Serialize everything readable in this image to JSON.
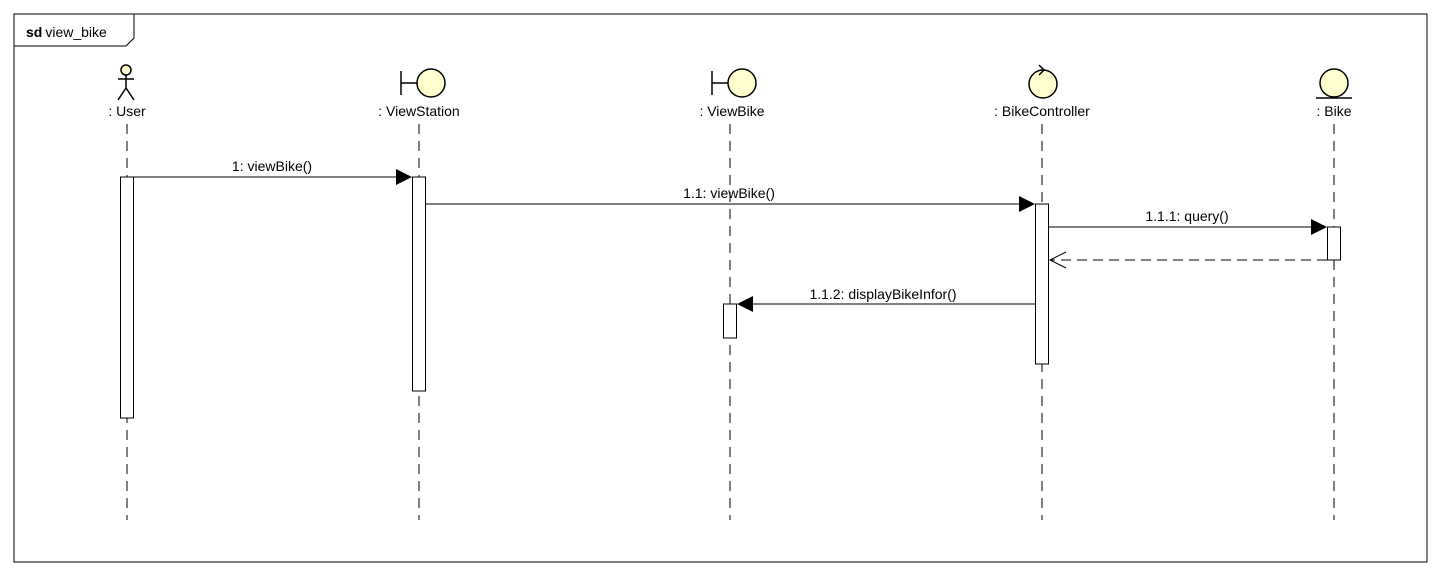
{
  "frame": {
    "keyword": "sd",
    "name": "view_bike"
  },
  "lifelines": [
    {
      "id": "user",
      "label": ": User",
      "kind": "actor"
    },
    {
      "id": "viewstation",
      "label": ": ViewStation",
      "kind": "boundary"
    },
    {
      "id": "viewbike",
      "label": ": ViewBike",
      "kind": "boundary"
    },
    {
      "id": "bikecontroller",
      "label": ": BikeController",
      "kind": "control"
    },
    {
      "id": "bike",
      "label": ": Bike",
      "kind": "entity"
    }
  ],
  "messages": [
    {
      "label": "1: viewBike()",
      "from": "user",
      "to": "viewstation",
      "type": "sync"
    },
    {
      "label": "1.1: viewBike()",
      "from": "viewstation",
      "to": "bikecontroller",
      "type": "sync"
    },
    {
      "label": "1.1.1: query()",
      "from": "bikecontroller",
      "to": "bike",
      "type": "sync"
    },
    {
      "label": "",
      "from": "bike",
      "to": "bikecontroller",
      "type": "return"
    },
    {
      "label": "1.1.2: displayBikeInfor()",
      "from": "bikecontroller",
      "to": "viewbike",
      "type": "sync"
    }
  ],
  "colors": {
    "icon_fill": "#FEFECE",
    "line": "#000000",
    "activation_fill": "#FFFFFF"
  }
}
